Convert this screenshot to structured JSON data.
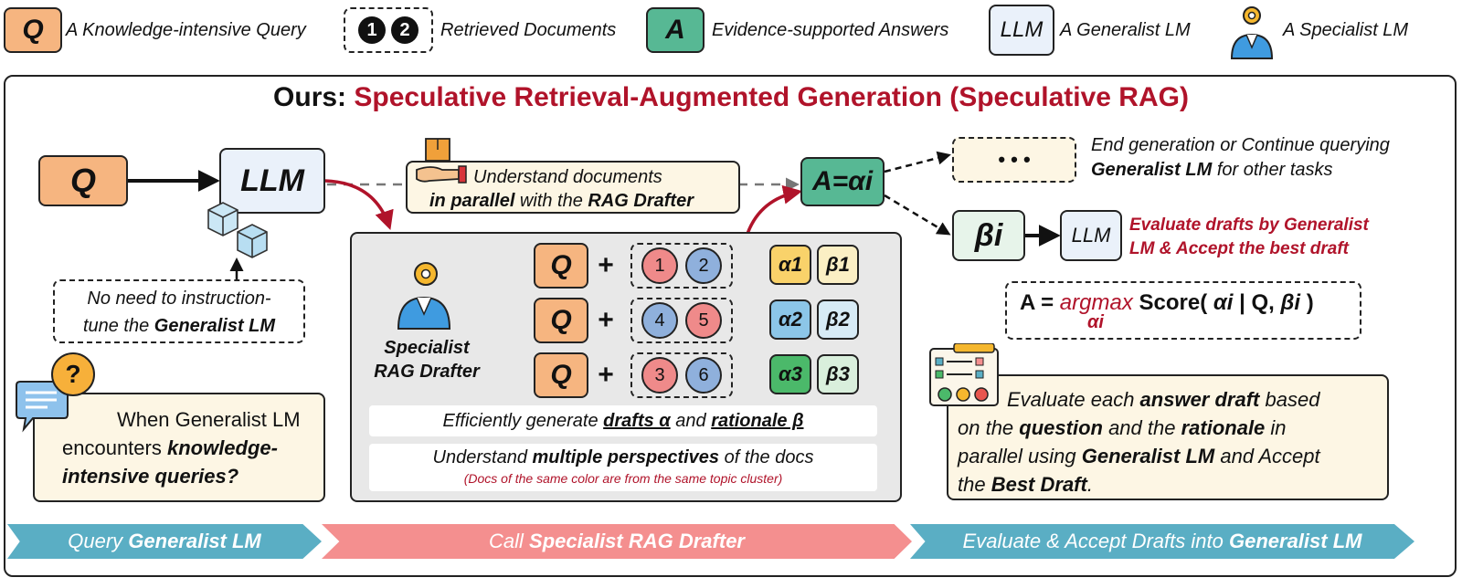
{
  "legend": {
    "query_tile": "Q",
    "query_label": "A Knowledge-intensive Query",
    "doc_1": "1",
    "doc_2": "2",
    "docs_label": "Retrieved Documents",
    "answer_tile": "A",
    "answer_label": "Evidence-supported Answers",
    "llm_tile": "LLM",
    "llm_label": "A Generalist LM",
    "specialist_label": "A Specialist LM"
  },
  "title": {
    "prefix": "Ours:",
    "main": "Speculative Retrieval-Augmented Generation (Speculative RAG)"
  },
  "left": {
    "q_box": "Q",
    "llm_box": "LLM",
    "no_need_line1": "No need to instruction-",
    "no_need_line2_pre": "tune the ",
    "no_need_line2_bold": "Generalist LM",
    "question_icon": "?",
    "when_line1": "When Generalist LM",
    "when_line2_pre": "encounters ",
    "when_line2_bold": "knowledge-",
    "when_line3": "intensive queries?"
  },
  "understand": {
    "line1": "Understand documents",
    "line2_bold": "in parallel",
    "line2_mid": " with the ",
    "line2_bold2": "RAG Drafter"
  },
  "drafter": {
    "name_line1": "Specialist",
    "name_line2": "RAG Drafter",
    "rows": [
      {
        "q": "Q",
        "plus": "+",
        "docs": [
          "1",
          "2"
        ],
        "alpha": "α1",
        "beta": "β1"
      },
      {
        "q": "Q",
        "plus": "+",
        "docs": [
          "4",
          "5"
        ],
        "alpha": "α2",
        "beta": "β2"
      },
      {
        "q": "Q",
        "plus": "+",
        "docs": [
          "3",
          "6"
        ],
        "alpha": "α3",
        "beta": "β3"
      }
    ],
    "line1_pre": "Efficiently generate ",
    "line1_bold1": "drafts α",
    "line1_mid": " and ",
    "line1_bold2": "rationale β",
    "line2_pre": "Understand ",
    "line2_bold": "multiple perspectives",
    "line2_post": " of the docs",
    "note": "(Docs of the same color are from the same topic cluster)"
  },
  "right": {
    "answer_box": "A=αi",
    "ellipsis": "• • •",
    "end_line1": "End generation or Continue querying",
    "end_line2_bold": "Generalist LM",
    "end_line2_post": " for other tasks",
    "beta_box": "βi",
    "small_llm": "LLM",
    "eval_red_line1": "Evaluate drafts by Generalist",
    "eval_red_line2": "LM & Accept the best draft",
    "formula_a": "A = ",
    "formula_argmax": "argmax",
    "formula_score": "Score(",
    "formula_alpha": "αi",
    "formula_bar": " | Q, ",
    "formula_beta": "βi",
    "formula_close": " )",
    "formula_sub": "αi",
    "eval_l1_pre": "Evaluate each ",
    "eval_l1_bold": "answer draft",
    "eval_l1_post": " based",
    "eval_l2_pre": "on the ",
    "eval_l2_bold1": "question",
    "eval_l2_mid": " and the ",
    "eval_l2_bold2": "rationale",
    "eval_l2_post": " in",
    "eval_l3_pre": "parallel using ",
    "eval_l3_bold": "Generalist LM",
    "eval_l3_post": " and Accept",
    "eval_l4_pre": "the ",
    "eval_l4_bold": "Best Draft",
    "eval_l4_post": "."
  },
  "banners": {
    "b1_pre": "Query ",
    "b1_bold": "Generalist LM",
    "b2_pre": "Call ",
    "b2_bold": "Specialist RAG Drafter",
    "b3_pre": "Evaluate & Accept Drafts into ",
    "b3_bold": "Generalist LM"
  },
  "colors": {
    "query": "#f6b580",
    "answer": "#57b894",
    "llm": "#eaf1fa",
    "title_red": "#b0132a",
    "banner_blue": "#5aaec4",
    "banner_pink": "#f48f8f",
    "note_bg": "#fdf6e4",
    "alpha1": "#f9d26a",
    "alpha2": "#8cc6e8",
    "alpha3": "#4bb96a"
  },
  "icons": [
    "gear-icon",
    "person-icon",
    "cube-icon",
    "chat-icon",
    "question-icon",
    "hand-box-icon",
    "checklist-icon"
  ]
}
